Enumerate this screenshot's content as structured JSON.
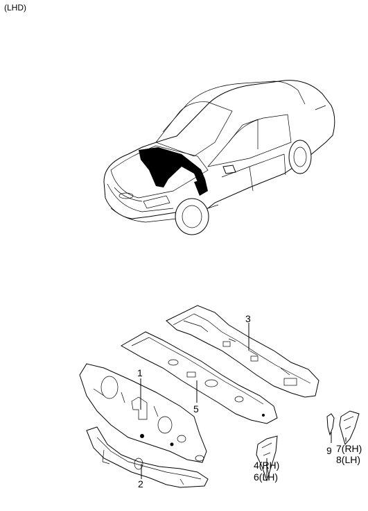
{
  "header": {
    "variant": "(LHD)"
  },
  "callouts": [
    {
      "id": "p1",
      "text": "1"
    },
    {
      "id": "p2",
      "text": "2"
    },
    {
      "id": "p3",
      "text": "3"
    },
    {
      "id": "p5",
      "text": "5"
    },
    {
      "id": "p9",
      "text": "9"
    },
    {
      "id": "p4rh",
      "text": "4(RH)"
    },
    {
      "id": "p6lh",
      "text": "6(LH)"
    },
    {
      "id": "p7rh",
      "text": "7(RH)"
    },
    {
      "id": "p8lh",
      "text": "8(LH)"
    }
  ]
}
